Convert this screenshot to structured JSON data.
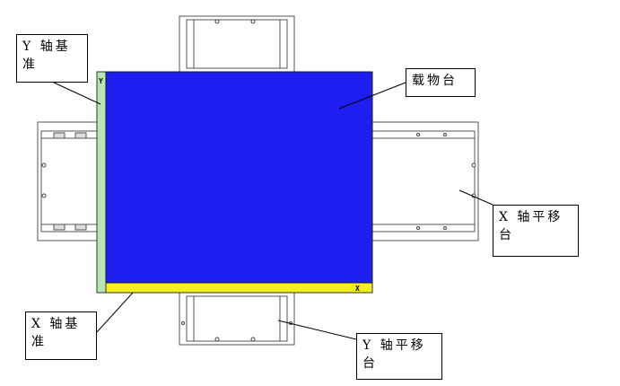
{
  "callouts": {
    "y_reference": "Y 轴基准",
    "stage": "载物台",
    "x_translation": "X 轴平移台",
    "x_reference": "X 轴基准",
    "y_translation": "Y 轴平移台"
  },
  "edge_labels": {
    "y_reference_mark": "Y",
    "x_reference_mark": "X"
  },
  "colors": {
    "stage_fill": "#1e1ef0",
    "y_reference_strip": "#b8e6b0",
    "x_reference_strip": "#f5ef1e",
    "rail_line": "#555555"
  }
}
